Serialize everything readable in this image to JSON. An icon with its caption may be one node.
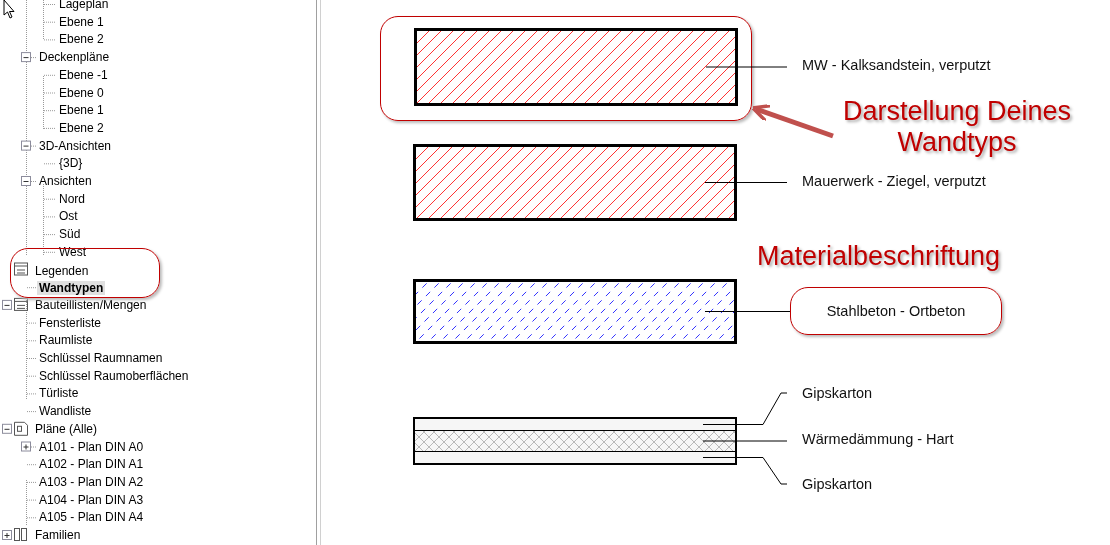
{
  "diagram": {
    "nodes": [
      {
        "text": [],
        "shape": "box"
      },
      {
        "text": [],
        "shape": "box",
        "in": 0
      },
      {
        "text": [
          "MW - Kalksandstein, verputzt"
        ]
      },
      {
        "text": [
          "Darstellung Deines Wandtyps"
        ]
      },
      {
        "text": [],
        "shape": "box"
      },
      {
        "text": [
          "Mauerwerk - Ziegel, verputzt"
        ]
      },
      {
        "text": [],
        "shape": "box"
      },
      {
        "text": [
          "Stahlbeton - Ortbeton"
        ]
      },
      {
        "text": [],
        "shape": "box"
      },
      {
        "text": [],
        "shape": "bar",
        "in": 8
      },
      {
        "text": [],
        "shape": "bar",
        "in": 8
      },
      {
        "text": [],
        "shape": "bar",
        "in": 8
      },
      {
        "text": [
          "Gipskarton"
        ]
      },
      {
        "text": [
          "Wärmedämmung - Hart"
        ]
      },
      {
        "text": [
          "Gipskarton"
        ]
      },
      {
        "text": [
          "Legenden",
          "Wandtypen"
        ]
      }
    ],
    "edges": [
      {
        "from": 2,
        "to": 1,
        "arrow": "none"
      },
      {
        "from": 3,
        "to": 0,
        "arrow": "to",
        "style": "thick",
        "color": "#c0504d"
      },
      {
        "from": 5,
        "to": 4,
        "arrow": "none"
      },
      {
        "from": 7,
        "to": 6,
        "arrow": "none"
      },
      {
        "from": 12,
        "to": 9,
        "arrow": "none"
      },
      {
        "from": 13,
        "to": 10,
        "arrow": "none"
      },
      {
        "from": 14,
        "to": 11,
        "arrow": "none"
      }
    ],
    "labels": [
      "Lageplan",
      "Ebene 1",
      "Ebene 2",
      "Deckenpläne",
      "Ebene -1",
      "Ebene 0",
      "Ebene 1",
      "Ebene 2",
      "3D-Ansichten",
      "{3D}",
      "Ansichten",
      "Nord",
      "Ost",
      "Süd",
      "West",
      "Bauteillisten/Mengen",
      "Fensterliste",
      "Raumliste",
      "Schlüssel Raumnamen",
      "Schlüssel Raumoberflächen",
      "Türliste",
      "Wandliste",
      "Pläne (Alle)",
      "A101 - Plan DIN A0",
      "A102 - Plan DIN A1",
      "A103 - Plan DIN A2",
      "A104 - Plan DIN A3",
      "A105 - Plan DIN A4",
      "Familien",
      "Materialbeschriftung"
    ]
  }
}
